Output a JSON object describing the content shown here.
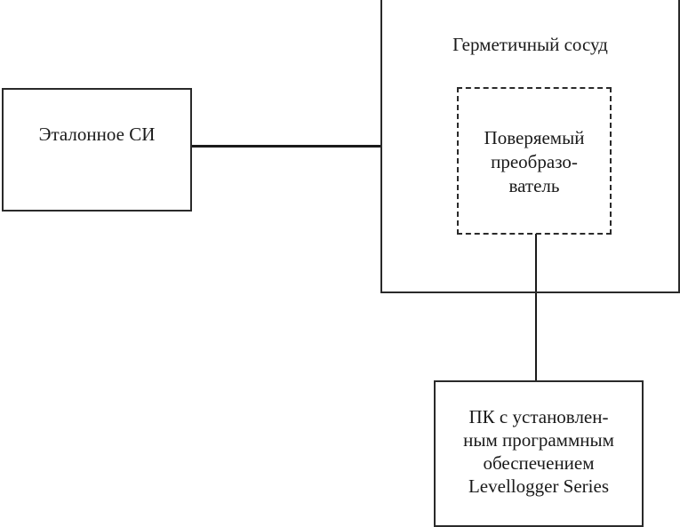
{
  "diagram": {
    "reference_instrument": {
      "label": "Эталонное СИ"
    },
    "sealed_vessel": {
      "label": "Герметичный сосуд"
    },
    "transducer_under_test": {
      "lines": [
        "Поверяемый",
        "преобразо-",
        "ватель"
      ]
    },
    "pc": {
      "lines": [
        "ПК с установлен-",
        "ным программным",
        "обеспечением",
        "Levellogger Series"
      ]
    },
    "connections": [
      {
        "from": "reference_instrument",
        "to": "sealed_vessel",
        "style": "solid"
      },
      {
        "from": "transducer_under_test",
        "to": "pc",
        "style": "solid"
      }
    ]
  }
}
